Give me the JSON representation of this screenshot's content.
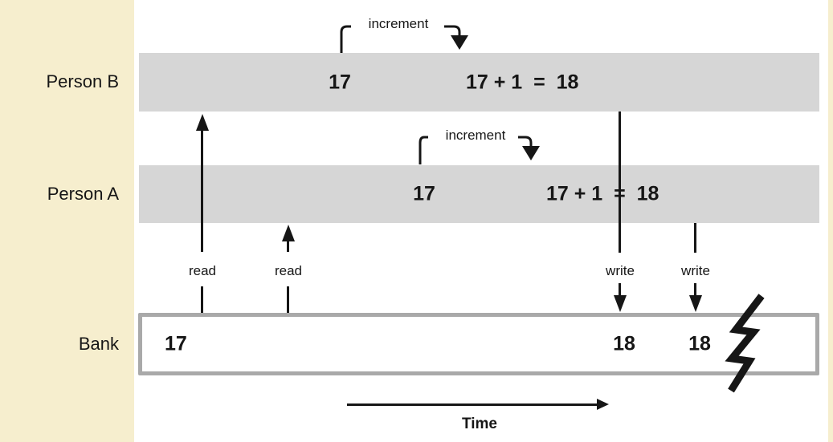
{
  "colors": {
    "page-bg": "#f6eece",
    "panel-bg": "#ffffff",
    "band-bg": "#d6d6d6",
    "bank-border": "#a9a9a9",
    "ink": "#161616"
  },
  "rows": {
    "person_b": {
      "label": "Person B",
      "read_value": "17",
      "expression": "17 + 1  =  18",
      "increment_label": "increment"
    },
    "person_a": {
      "label": "Person A",
      "read_value": "17",
      "expression": "17 + 1  =  18",
      "increment_label": "increment"
    },
    "bank": {
      "label": "Bank",
      "initial_value": "17",
      "written_value_b": "18",
      "written_value_a": "18"
    }
  },
  "arrows": {
    "read_b_label": "read",
    "read_a_label": "read",
    "write_b_label": "write",
    "write_a_label": "write"
  },
  "time": {
    "label": "Time"
  },
  "icons": {
    "crash": "lightning-bolt"
  }
}
